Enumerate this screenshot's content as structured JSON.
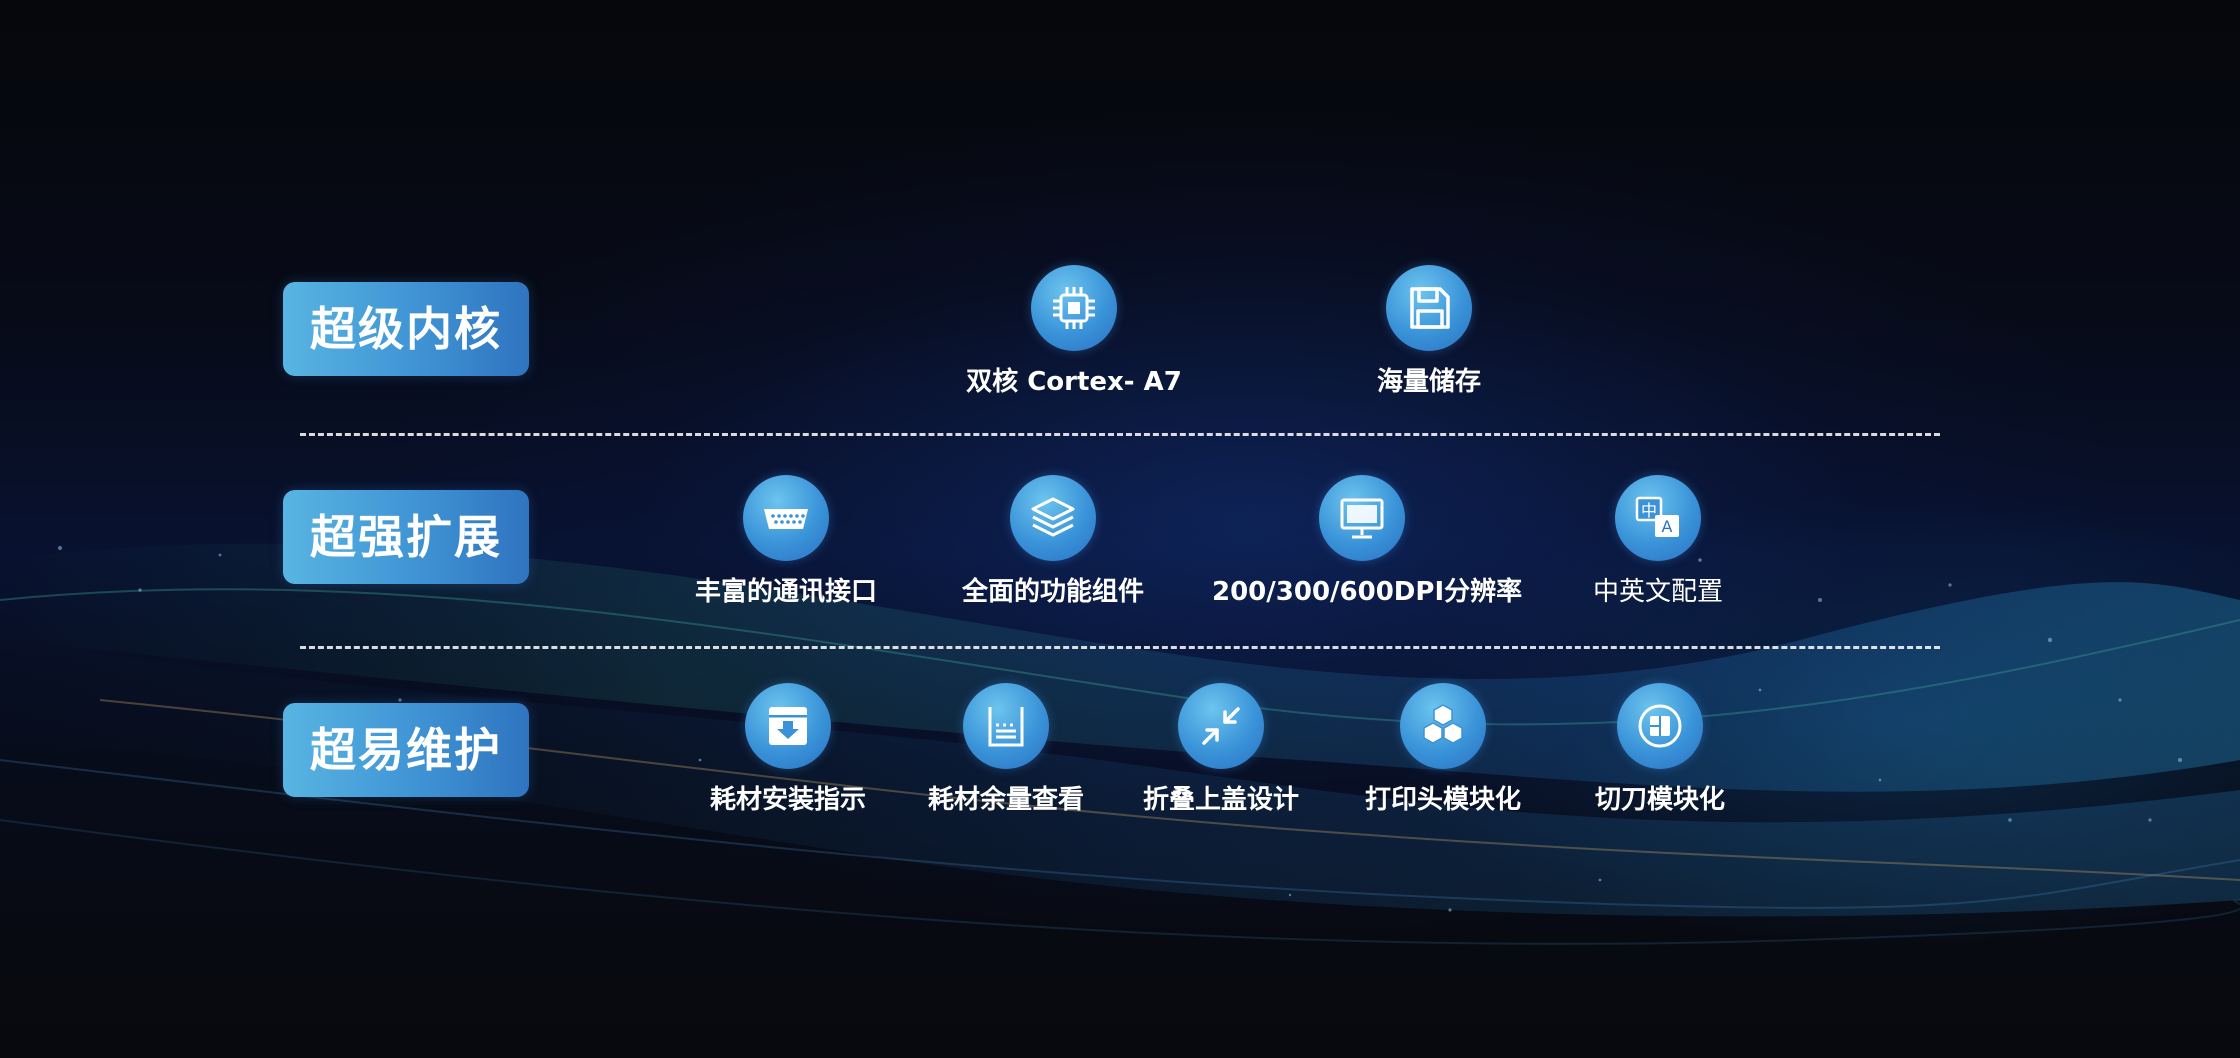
{
  "colors": {
    "label_gradient_start": "#58b5e2",
    "label_gradient_end": "#2f74c0",
    "icon_fill": "#3a93d8",
    "text": "#ffffff"
  },
  "rows": [
    {
      "label": "超级内核",
      "items": [
        {
          "icon": "chip-icon",
          "caption": "双核 Cortex- A7"
        },
        {
          "icon": "floppy-disk-icon",
          "caption": "海量储存"
        }
      ]
    },
    {
      "label": "超强扩展",
      "items": [
        {
          "icon": "serial-port-icon",
          "caption": "丰富的通讯接口"
        },
        {
          "icon": "layers-icon",
          "caption": "全面的功能组件"
        },
        {
          "icon": "monitor-icon",
          "caption": "200/300/600DPI分辨率"
        },
        {
          "icon": "language-icon",
          "caption": "中英文配置",
          "badge_zh": "中",
          "badge_en": "A"
        }
      ]
    },
    {
      "label": "超易维护",
      "items": [
        {
          "icon": "box-download-icon",
          "caption": "耗材安装指示"
        },
        {
          "icon": "container-level-icon",
          "caption": "耗材余量查看"
        },
        {
          "icon": "collapse-arrows-icon",
          "caption": "折叠上盖设计"
        },
        {
          "icon": "cubes-icon",
          "caption": "打印头模块化"
        },
        {
          "icon": "cutter-module-icon",
          "caption": "切刀模块化"
        }
      ]
    }
  ]
}
